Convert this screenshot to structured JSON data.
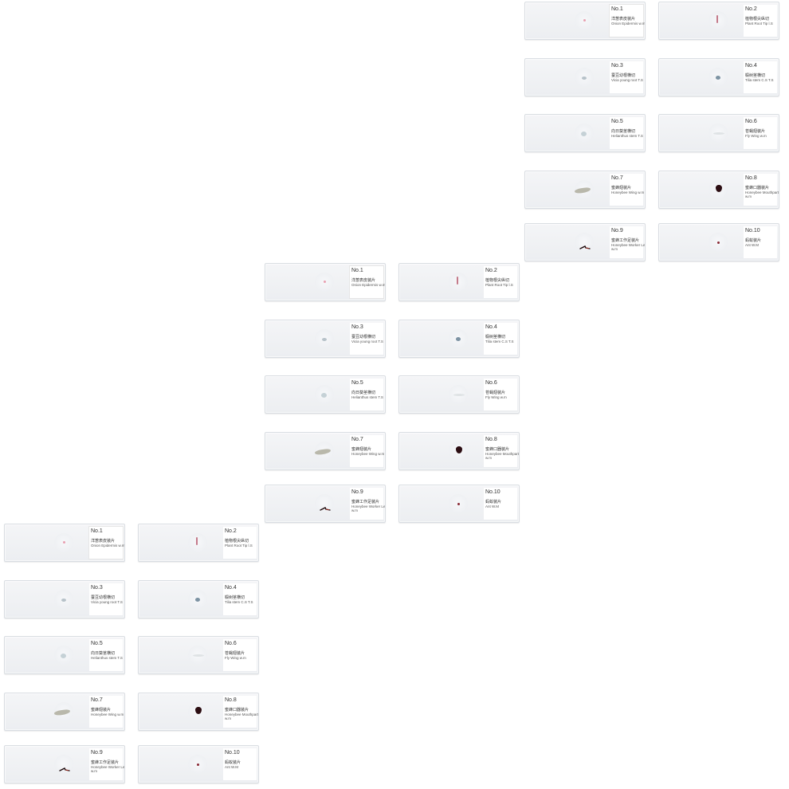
{
  "slide_sets": [
    {
      "id": "top-right",
      "slides": [
        {
          "no": "No.1",
          "cn": "洋葱表皮装片",
          "en": "Onion Epidermis w.m",
          "specimen": "pink-dot"
        },
        {
          "no": "No.2",
          "cn": "植物根尖纵切",
          "en": "Plant Root Tip l.S",
          "specimen": "root-tip"
        },
        {
          "no": "No.3",
          "cn": "蚕豆幼根横切",
          "en": "Vicia young root T.S",
          "specimen": "grey-dot"
        },
        {
          "no": "No.4",
          "cn": "椴树茎横切",
          "en": "Tilia stem C.S T.S",
          "specimen": "blue-dot"
        },
        {
          "no": "No.5",
          "cn": "向日葵茎横切",
          "en": "Helianthus stem T.S",
          "specimen": "pale-disc"
        },
        {
          "no": "No.6",
          "cn": "苍蝇翅装片",
          "en": "Fly Wing w.m",
          "specimen": "fly-wing"
        },
        {
          "no": "No.7",
          "cn": "蜜蜂翅装片",
          "en": "Honeybee Wing w.m",
          "specimen": "bee-wing"
        },
        {
          "no": "No.8",
          "cn": "蜜蜂口器装片",
          "en": "Honeybee Mouthparts w.m",
          "specimen": "mouthparts"
        },
        {
          "no": "No.9",
          "cn": "蜜蜂工作足装片",
          "en": "Honeybee Worker Leg w.m",
          "specimen": "leg"
        },
        {
          "no": "No.10",
          "cn": "蚂蚁装片",
          "en": "Ant W.M",
          "specimen": "ant"
        }
      ]
    },
    {
      "id": "middle",
      "slides": [
        {
          "no": "No.1",
          "cn": "洋葱表皮装片",
          "en": "Onion Epidermis w.m",
          "specimen": "pink-dot"
        },
        {
          "no": "No.2",
          "cn": "植物根尖纵切",
          "en": "Plant Root Tip l.S",
          "specimen": "root-tip"
        },
        {
          "no": "No.3",
          "cn": "蚕豆幼根横切",
          "en": "Vicia young root T.S",
          "specimen": "grey-dot"
        },
        {
          "no": "No.4",
          "cn": "椴树茎横切",
          "en": "Tilia stem C.S T.S",
          "specimen": "blue-dot"
        },
        {
          "no": "No.5",
          "cn": "向日葵茎横切",
          "en": "Helianthus stem T.S",
          "specimen": "pale-disc"
        },
        {
          "no": "No.6",
          "cn": "苍蝇翅装片",
          "en": "Fly Wing w.m",
          "specimen": "fly-wing"
        },
        {
          "no": "No.7",
          "cn": "蜜蜂翅装片",
          "en": "Honeybee Wing w.m",
          "specimen": "bee-wing"
        },
        {
          "no": "No.8",
          "cn": "蜜蜂口器装片",
          "en": "Honeybee Mouthparts w.m",
          "specimen": "mouthparts"
        },
        {
          "no": "No.9",
          "cn": "蜜蜂工作足装片",
          "en": "Honeybee Worker Leg w.m",
          "specimen": "leg"
        },
        {
          "no": "No.10",
          "cn": "蚂蚁装片",
          "en": "Ant W.M",
          "specimen": "ant"
        }
      ]
    },
    {
      "id": "bottom-left",
      "slides": [
        {
          "no": "No.1",
          "cn": "洋葱表皮装片",
          "en": "Onion Epidermis w.m",
          "specimen": "pink-dot"
        },
        {
          "no": "No.2",
          "cn": "植物根尖纵切",
          "en": "Plant Root Tip l.S",
          "specimen": "root-tip"
        },
        {
          "no": "No.3",
          "cn": "蚕豆幼根横切",
          "en": "Vicia young root T.S",
          "specimen": "grey-dot"
        },
        {
          "no": "No.4",
          "cn": "椴树茎横切",
          "en": "Tilia stem C.S T.S",
          "specimen": "blue-dot"
        },
        {
          "no": "No.5",
          "cn": "向日葵茎横切",
          "en": "Helianthus stem T.S",
          "specimen": "pale-disc"
        },
        {
          "no": "No.6",
          "cn": "苍蝇翅装片",
          "en": "Fly Wing w.m",
          "specimen": "fly-wing"
        },
        {
          "no": "No.7",
          "cn": "蜜蜂翅装片",
          "en": "Honeybee Wing w.m",
          "specimen": "bee-wing"
        },
        {
          "no": "No.8",
          "cn": "蜜蜂口器装片",
          "en": "Honeybee Mouthparts w.m",
          "specimen": "mouthparts"
        },
        {
          "no": "No.9",
          "cn": "蜜蜂工作足装片",
          "en": "Honeybee Worker Leg w.m",
          "specimen": "leg"
        },
        {
          "no": "No.10",
          "cn": "蚂蚁装片",
          "en": "Ant W.M",
          "specimen": "ant"
        }
      ]
    }
  ],
  "colors": {
    "slide_glass": "#eef0f3",
    "slide_border": "#d9dde2",
    "label": "#ffffff",
    "mouthparts": "#2b0d12",
    "leg": "#1e0a0c",
    "leg_highlight": "#c0392b"
  }
}
